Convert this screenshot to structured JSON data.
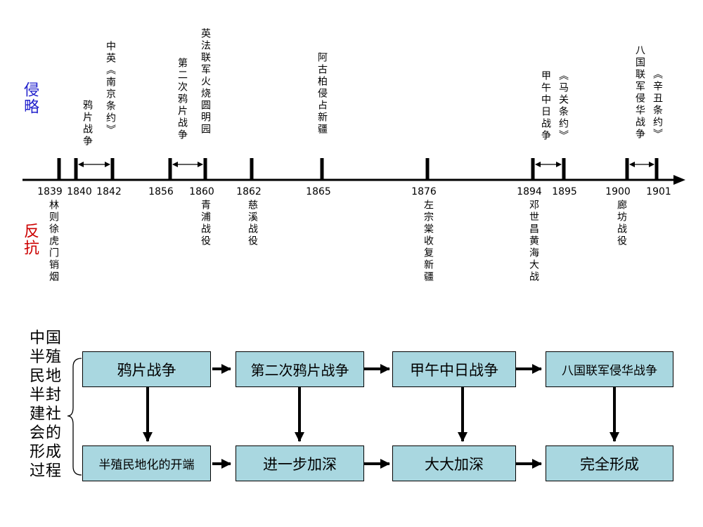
{
  "legend": {
    "invasion": "侵略",
    "resistance": "反抗",
    "invasion_color": "#1f1fcc",
    "resistance_color": "#cc0000"
  },
  "years": [
    "1839",
    "1840",
    "1842",
    "1856",
    "1860",
    "1862",
    "1865",
    "1876",
    "1894",
    "1895",
    "1900",
    "1901"
  ],
  "invasion_events": [
    "鸦片战争",
    "中英《南京条约》",
    "第二次鸦片战争",
    "英法联军火烧圆明园",
    "阿古柏侵占新疆",
    "甲午中日战争",
    "《马关条约》",
    "八国联军侵华战争",
    "《辛丑条约》"
  ],
  "resistance_events": [
    "林则徐虎门销烟",
    "青浦战役",
    "慈溪战役",
    "左宗棠收复新疆",
    "邓世昌黄海大战",
    "廊坊战役"
  ],
  "process_title": "中国半殖民地半封建社会的形成过程",
  "flow": {
    "wars": [
      "鸦片战争",
      "第二次鸦片战争",
      "甲午中日战争",
      "八国联军侵华战争"
    ],
    "stages": [
      "半殖民地化的开端",
      "进一步加深",
      "大大加深",
      "完全形成"
    ],
    "box_color": "#a9d7e0"
  }
}
